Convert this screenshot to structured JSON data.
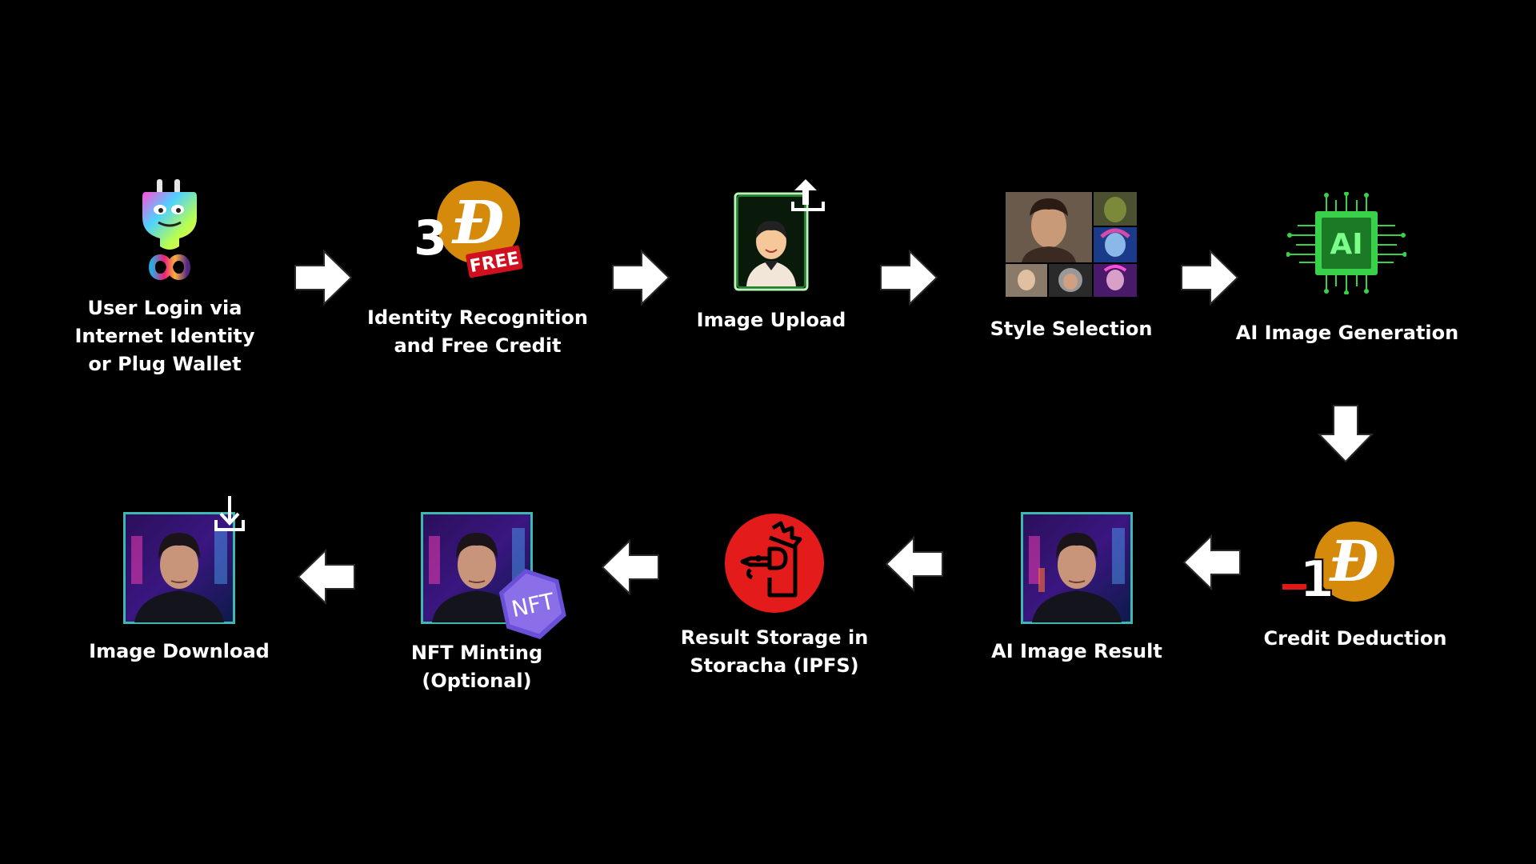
{
  "colors": {
    "background": "#000000",
    "text": "#ffffff",
    "arrow": "#ffffff",
    "dfinity_gold": "#d68a0c",
    "free_red": "#d0101e",
    "ai_green": "#39d14a",
    "storacha_red": "#e31b1b",
    "nft_purple": "#8a6fe8",
    "frame_teal": "#3fb8b0"
  },
  "steps": [
    {
      "id": "login",
      "label": "User Login via\nInternet Identity\n or Plug Wallet",
      "icon": "plug-wallet-infinity-icon"
    },
    {
      "id": "identity",
      "label": "Identity Recognition\nand Free Credit",
      "icon": "free-credit-coin-icon",
      "credit_count": "3",
      "badge": "FREE"
    },
    {
      "id": "upload",
      "label": "Image Upload",
      "icon": "image-upload-icon"
    },
    {
      "id": "style",
      "label": "Style Selection",
      "icon": "style-gallery-icon"
    },
    {
      "id": "generation",
      "label": "AI Image Generation",
      "icon": "ai-chip-icon",
      "chip_text": "AI"
    },
    {
      "id": "deduction",
      "label": "Credit Deduction",
      "icon": "credit-deduction-coin-icon",
      "credit_count": "1"
    },
    {
      "id": "result",
      "label": "AI Image Result",
      "icon": "ai-portrait-icon"
    },
    {
      "id": "storage",
      "label": "Result Storage in\nStoracha (IPFS)",
      "icon": "storacha-rooster-icon"
    },
    {
      "id": "nft",
      "label": "NFT Minting\n(Optional)",
      "icon": "nft-portrait-icon",
      "badge": "NFT"
    },
    {
      "id": "download",
      "label": "Image Download",
      "icon": "download-portrait-icon"
    }
  ],
  "flow": [
    {
      "from": "login",
      "to": "identity",
      "direction": "right"
    },
    {
      "from": "identity",
      "to": "upload",
      "direction": "right"
    },
    {
      "from": "upload",
      "to": "style",
      "direction": "right"
    },
    {
      "from": "style",
      "to": "generation",
      "direction": "right"
    },
    {
      "from": "generation",
      "to": "deduction",
      "direction": "down"
    },
    {
      "from": "deduction",
      "to": "result",
      "direction": "left"
    },
    {
      "from": "result",
      "to": "storage",
      "direction": "left"
    },
    {
      "from": "storage",
      "to": "nft",
      "direction": "left"
    },
    {
      "from": "nft",
      "to": "download",
      "direction": "left"
    }
  ]
}
